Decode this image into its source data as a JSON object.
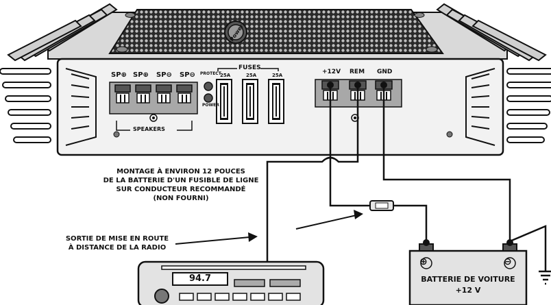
{
  "brand": {
    "logo_text": "Power"
  },
  "amp": {
    "speaker_terminals": [
      "SP⊕",
      "SP⊕",
      "SP⊖",
      "SP⊖"
    ],
    "speakers_label": "SPEAKERS",
    "indicators": {
      "protect": "PROTECT",
      "power": "POWER"
    },
    "fuses_label": "FUSES",
    "fuse_ratings": [
      "25A",
      "25A",
      "25A"
    ],
    "power_terminals": [
      "+12V",
      "REM",
      "GND"
    ]
  },
  "annotations": {
    "fuse_note": [
      "MONTAGE À ENVIRON 12 POUCES",
      "DE LA BATTERIE D'UN FUSIBLE DE LIGNE",
      "SUR CONDUCTEUR RECOMMANDÉ",
      "(NON FOURNI)"
    ],
    "remote_note": [
      "SORTIE DE MISE EN ROUTE",
      "À DISTANCE DE LA RADIO"
    ]
  },
  "radio": {
    "display": "94.7"
  },
  "battery": {
    "positive": "⊕",
    "negative": "⊖",
    "label_line1": "BATTERIE DE VOITURE",
    "label_line2": "+12 V"
  }
}
